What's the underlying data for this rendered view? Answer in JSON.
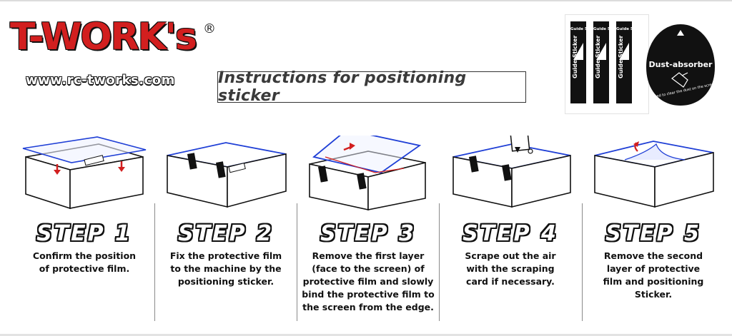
{
  "brand": {
    "logo_text": "T-WORK's",
    "registered_mark": "®",
    "url": "www.rc-tworks.com",
    "accent_color": "#d21f1f"
  },
  "title": "Instructions for positioning sticker",
  "kit": {
    "guide_sticker_label": "Guide Sticker",
    "dust_absorber_label": "Dust-absorber",
    "dust_absorber_note": "used to clear the dust on the screen."
  },
  "colors": {
    "film_outline": "#1f3fd6",
    "film_red": "#d21f1f",
    "text": "#111111"
  },
  "steps": [
    {
      "heading": "STEP 1",
      "lines": [
        "Confirm the position",
        "of protective film."
      ]
    },
    {
      "heading": "STEP 2",
      "lines": [
        "Fix the protective film",
        "to the machine by the",
        "positioning sticker."
      ]
    },
    {
      "heading": "STEP 3",
      "lines": [
        "Remove the first layer",
        "(face to the screen) of",
        "protective film and slowly",
        "bind the protective film to",
        "the screen from the edge."
      ]
    },
    {
      "heading": "STEP 4",
      "lines": [
        "Scrape out the air",
        "with the scraping",
        "card if necessary."
      ]
    },
    {
      "heading": "STEP 5",
      "lines": [
        "Remove the second",
        "layer of protective",
        "film and positioning",
        "Sticker."
      ]
    }
  ]
}
